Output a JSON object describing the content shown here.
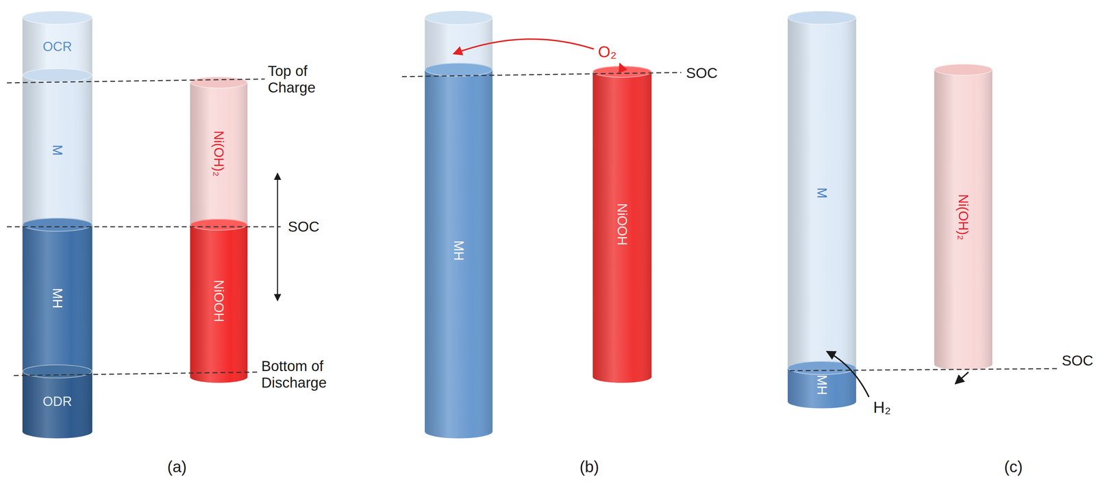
{
  "diagram": {
    "nodes": [
      {
        "text": [
          "OCR"
        ]
      },
      {
        "text": [
          "M"
        ]
      },
      {
        "text": [
          "MH"
        ]
      },
      {
        "text": [
          "ODR"
        ]
      },
      {
        "text": [
          "Ni(OH)₂"
        ]
      },
      {
        "text": [
          "NiOOH"
        ]
      },
      {
        "text": [
          "MH"
        ]
      },
      {
        "text": [
          "NiOOH"
        ]
      },
      {
        "text": [
          "M"
        ]
      },
      {
        "text": [
          "MH"
        ]
      },
      {
        "text": [
          "Ni(OH)₂"
        ]
      }
    ],
    "labels": [
      "Top of Charge",
      "SOC",
      "Bottom of Discharge",
      "(a)",
      "O₂",
      "SOC",
      "(b)",
      "H₂",
      "SOC",
      "(c)"
    ]
  }
}
